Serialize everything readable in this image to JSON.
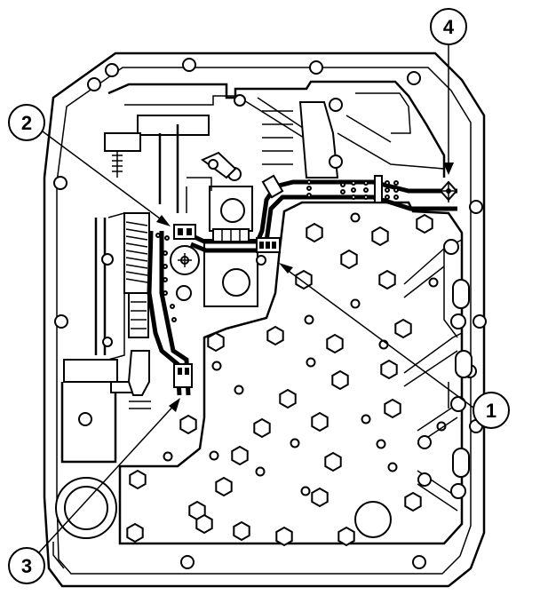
{
  "diagram": {
    "type": "technical-line-drawing",
    "subject": "valve-body-with-wiring-harness",
    "colors": {
      "ink": "#000000",
      "paper": "#ffffff"
    },
    "callouts": [
      {
        "id": "1",
        "label": "1"
      },
      {
        "id": "2",
        "label": "2"
      },
      {
        "id": "3",
        "label": "3"
      },
      {
        "id": "4",
        "label": "4"
      }
    ]
  }
}
